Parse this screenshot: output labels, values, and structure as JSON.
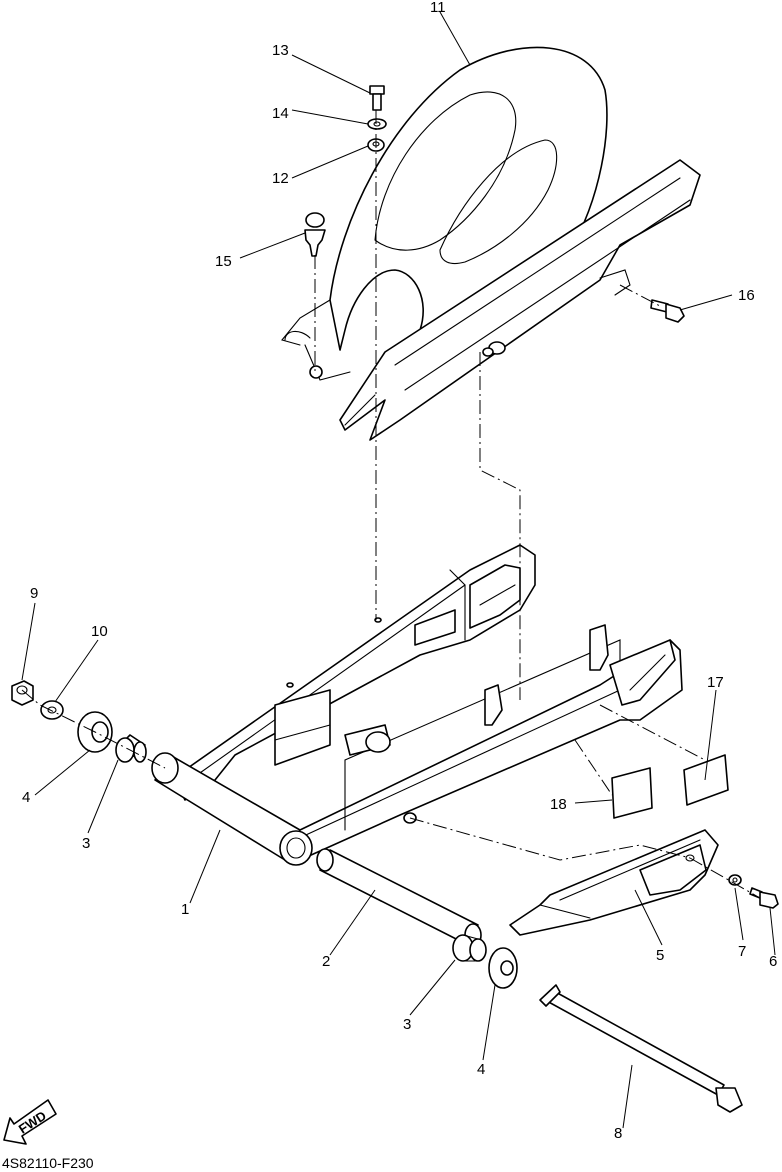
{
  "drawing_code": "4S82110-F230",
  "fwd_label": "FWD",
  "callouts": [
    {
      "id": "c1",
      "label": "1"
    },
    {
      "id": "c2",
      "label": "2"
    },
    {
      "id": "c3a",
      "label": "3"
    },
    {
      "id": "c3b",
      "label": "3"
    },
    {
      "id": "c4a",
      "label": "4"
    },
    {
      "id": "c4b",
      "label": "4"
    },
    {
      "id": "c5",
      "label": "5"
    },
    {
      "id": "c6",
      "label": "6"
    },
    {
      "id": "c7",
      "label": "7"
    },
    {
      "id": "c8",
      "label": "8"
    },
    {
      "id": "c9",
      "label": "9"
    },
    {
      "id": "c10",
      "label": "10"
    },
    {
      "id": "c11",
      "label": "11"
    },
    {
      "id": "c12",
      "label": "12"
    },
    {
      "id": "c13",
      "label": "13"
    },
    {
      "id": "c14",
      "label": "14"
    },
    {
      "id": "c15",
      "label": "15"
    },
    {
      "id": "c16",
      "label": "16"
    },
    {
      "id": "c17",
      "label": "17"
    },
    {
      "id": "c18",
      "label": "18"
    }
  ]
}
